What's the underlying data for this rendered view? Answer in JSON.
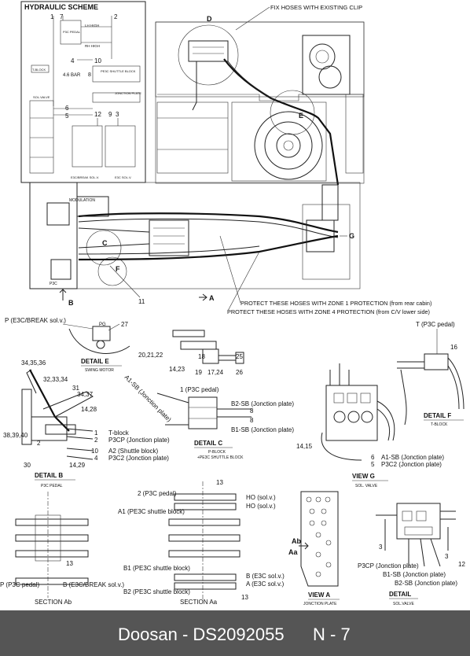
{
  "hydraulic_scheme": {
    "title": "HYDRAULIC SCHEME",
    "pedal": "P3C PEDAL",
    "lh_high": "LH HIGH",
    "rh_high": "RH HIGH",
    "t_block": "T-BLOCK",
    "bar": "4.6 BAR",
    "shuttle": "PE3C SHUTTLE BLOCK",
    "junction": "JONCTION PLATE",
    "sol_valve": "SOL.VALVE",
    "e3c_break": "E3C/BREAK SOL.V.",
    "e3c_sol": "E3C SOL.V.",
    "nums": [
      "1",
      "7",
      "2",
      "4",
      "10",
      "8",
      "6",
      "5",
      "12",
      "9",
      "3"
    ]
  },
  "top_notes": {
    "fix_hoses": "FIX HOSES WITH EXISTING CLIP",
    "d": "D",
    "e": "E",
    "c": "C",
    "f": "F",
    "g": "G",
    "a": "A",
    "b": "B",
    "modulation": "MODULATION",
    "n11": "11",
    "p3c": "P3C",
    "zone1": "PROTECT THESE HOSES WITH ZONE 1 PROTECTION (from rear cabin)",
    "zone4": "PROTECT THESE HOSES WITH ZONE 4 PROTECTION (from C/V lower side)"
  },
  "detail_e": {
    "title": "DETAIL  E",
    "sub": "SWING MOTOR",
    "p_label": "P (E3C/BREAK sol.v.)",
    "pg": "PG",
    "n27": "27"
  },
  "pblock_group": {
    "n18": "18",
    "n20": "20,21,22",
    "n25": "25",
    "n1423": "14,23",
    "n19": "19",
    "n1724": "17,24",
    "n26": "26"
  },
  "detail_f": {
    "title": "DETAIL  F",
    "sub": "T-BLOCK",
    "t_label": "T (P3C pedal)",
    "n16": "16"
  },
  "detail_b": {
    "title": "DETAIL  B",
    "sub": "P3C PEDAL",
    "n343536": "34,35,36",
    "n323334": "32,33,34",
    "n31": "31",
    "n3437": "34,37",
    "n1428": "14,28",
    "n383940": "38,39,40",
    "n2": "2",
    "n30": "30",
    "n1429": "14,29",
    "l1": "1",
    "l1t": "T-block",
    "l2": "2",
    "l2t": "P3CP (Jonction plate)",
    "l10": "10",
    "l10t": "A2 (Shuttle block)",
    "l4": "4",
    "l4t": "P3C2 (Jonction plate)"
  },
  "detail_c": {
    "title": "DETAIL  C",
    "sub1": "P-BLOCK",
    "sub2": "+PE3C SHUTTLE BLOCK",
    "a1sb": "A1-SB (Jonction plate)",
    "p3c1": "1 (P3C pedal)",
    "b2sb": "B2-SB (Jonction plate)",
    "b1sb": "B1-SB (Jonction plate)",
    "n8a": "8",
    "n8b": "8"
  },
  "view_g": {
    "title": "VIEW  G",
    "sub": "SOL. VALVE",
    "n1415": "14,15",
    "l6": "6",
    "l6t": "A1-SB (Jonction plate)",
    "l5": "5",
    "l5t": "P3C2 (Jonction plate)"
  },
  "section_ab": {
    "title": "SECTION  Ab",
    "n13": "13",
    "p_label": "P (P3C pedal)",
    "b_label": "B (E3C/BREAK sol.v.)"
  },
  "section_aa": {
    "title": "SECTION  Aa",
    "p3c2": "2 (P3C pedal)",
    "a1": "A1 (PE3C shuttle block)",
    "ho1": "HO (sol.v.)",
    "ho2": "HO (sol.v.)",
    "n13a": "13",
    "b1": "B1 (PE3C shuttle block)",
    "b2": "B2 (PE3C shuttle block)",
    "b_e3c": "B (E3C sol.v.)",
    "a_e3c": "A (E3C sol.v.)",
    "n13b": "13"
  },
  "view_a": {
    "title": "VIEW  A",
    "sub": "JONCTION PLATE",
    "ab": "Ab",
    "aa": "Aa"
  },
  "detail_sol": {
    "title": "DETAIL",
    "sub": "SOL.VALVE",
    "p3cp": "P3CP (Jonction plate)",
    "b1sb": "B1-SB (Jonction plate)",
    "b2sb": "B2-SB (Jonction plate)",
    "n3a": "3",
    "n3b": "3",
    "n12": "12"
  },
  "footer": {
    "title": "Doosan - DS2092055",
    "page": "N - 7"
  },
  "colors": {
    "footer_bg": "#555555",
    "footer_text": "#ffffff"
  }
}
